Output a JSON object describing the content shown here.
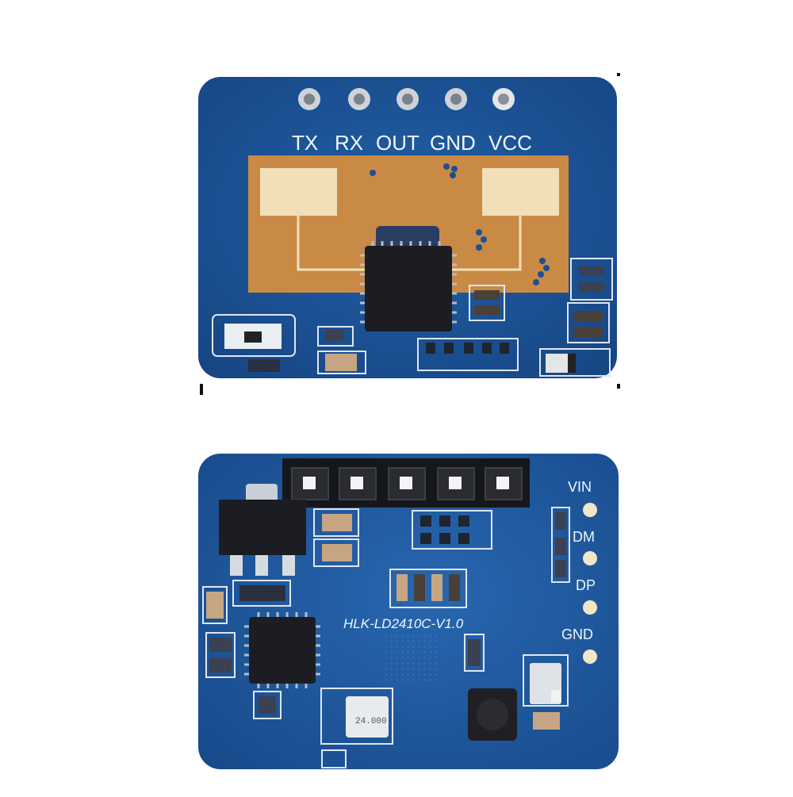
{
  "top_board": {
    "pin_labels": [
      "TX",
      "RX",
      "OUT",
      "GND",
      "VCC"
    ]
  },
  "bottom_board": {
    "model": "HLK-LD2410C-V1.0",
    "pad_labels": [
      "VIN",
      "DM",
      "DP",
      "GND"
    ],
    "crystal_text": "24.000"
  },
  "colors": {
    "pcb": "#1c4f93",
    "pcb_edge": "#153f7a",
    "copper": "#c98a46",
    "antenna_pad": "#f1dfb8",
    "chip": "#1b1d22",
    "silkscreen": "#f2f6fb"
  }
}
